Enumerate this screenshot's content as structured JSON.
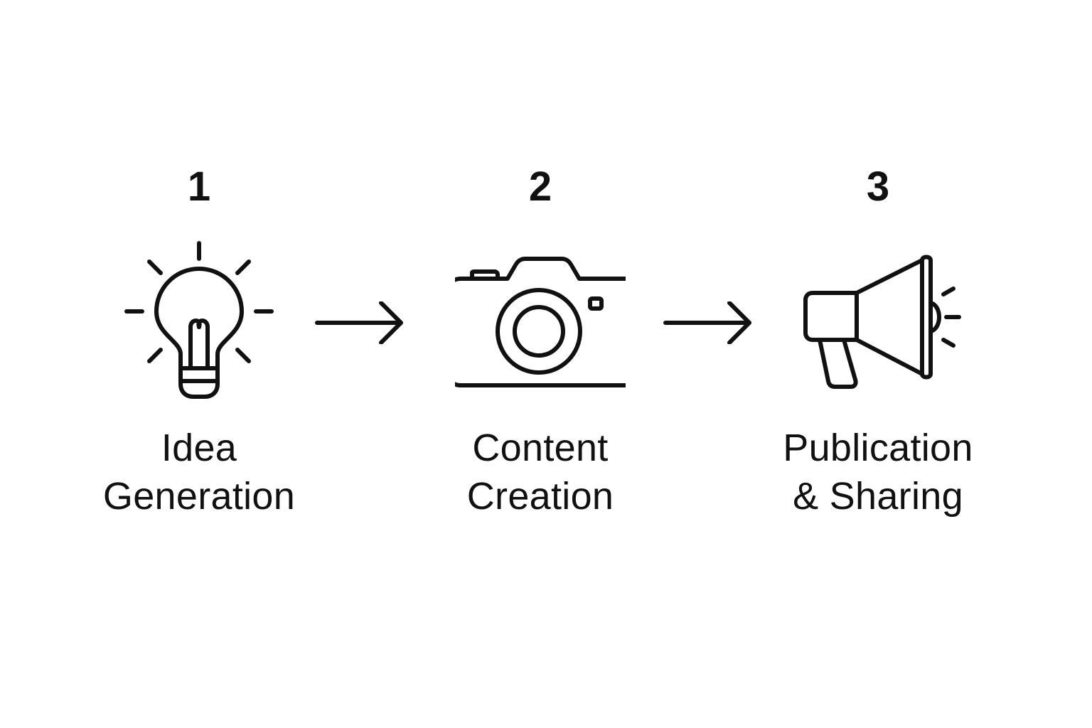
{
  "steps": [
    {
      "number": "1",
      "label": "Idea\nGeneration",
      "icon": "lightbulb-icon"
    },
    {
      "number": "2",
      "label": "Content\nCreation",
      "icon": "camera-icon"
    },
    {
      "number": "3",
      "label": "Publication\n& Sharing",
      "icon": "megaphone-icon"
    }
  ],
  "connectors": [
    "arrow-right-icon",
    "arrow-right-icon"
  ],
  "colors": {
    "ink": "#111111",
    "background": "#ffffff"
  }
}
